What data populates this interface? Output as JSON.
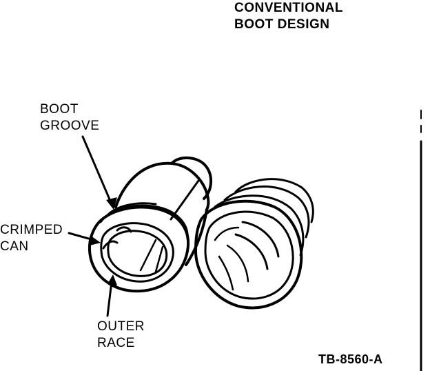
{
  "title": {
    "line1": "CONVENTIONAL",
    "line2": "BOOT DESIGN"
  },
  "callouts": {
    "boot_groove": {
      "line1": "BOOT",
      "line2": "GROOVE"
    },
    "crimped_can": {
      "line1": "CRIMPED",
      "line2": "CAN"
    },
    "outer_race": {
      "line1": "OUTER",
      "line2": "RACE"
    }
  },
  "reference": "TB-8560-A",
  "colors": {
    "ink": "#000000",
    "paper": "#ffffff"
  }
}
